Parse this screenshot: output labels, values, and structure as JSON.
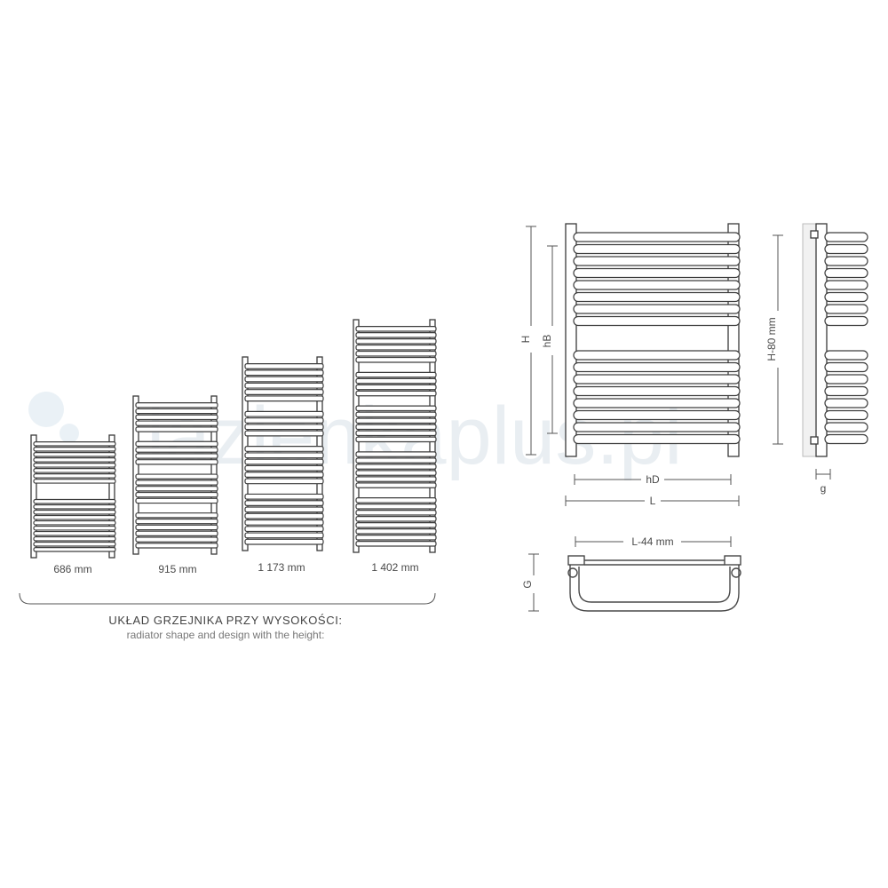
{
  "watermark": {
    "text": "lazienkaplus.pl"
  },
  "heights": {
    "variants": [
      {
        "label": "686 mm"
      },
      {
        "label": "915 mm"
      },
      {
        "label": "1 173 mm"
      },
      {
        "label": "1 402 mm"
      }
    ],
    "caption_pl": "UKŁAD GRZEJNIKA PRZY WYSOKOŚCI:",
    "caption_en": "radiator shape and design with the height:"
  },
  "dimensions": {
    "H": "H",
    "hB": "hB",
    "hD": "hD",
    "L": "L",
    "H_minus_80": "H-80 mm",
    "g": "g",
    "L_minus_44": "L-44 mm",
    "G": "G"
  },
  "colors": {
    "line": "#4a4a4a",
    "watermark": "#e9eef2"
  }
}
